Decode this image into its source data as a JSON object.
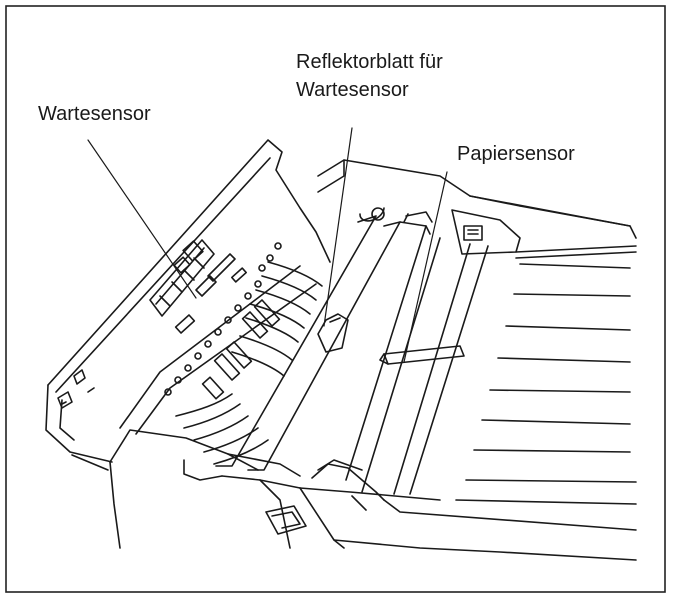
{
  "labels": {
    "wait_sensor": "Wartesensor",
    "reflector_line1": "Reflektorblatt für",
    "reflector_line2": "Wartesensor",
    "paper_sensor": "Papiersensor"
  },
  "colors": {
    "line": "#1a1a1a",
    "frame": "#222222",
    "background": "#ffffff"
  }
}
